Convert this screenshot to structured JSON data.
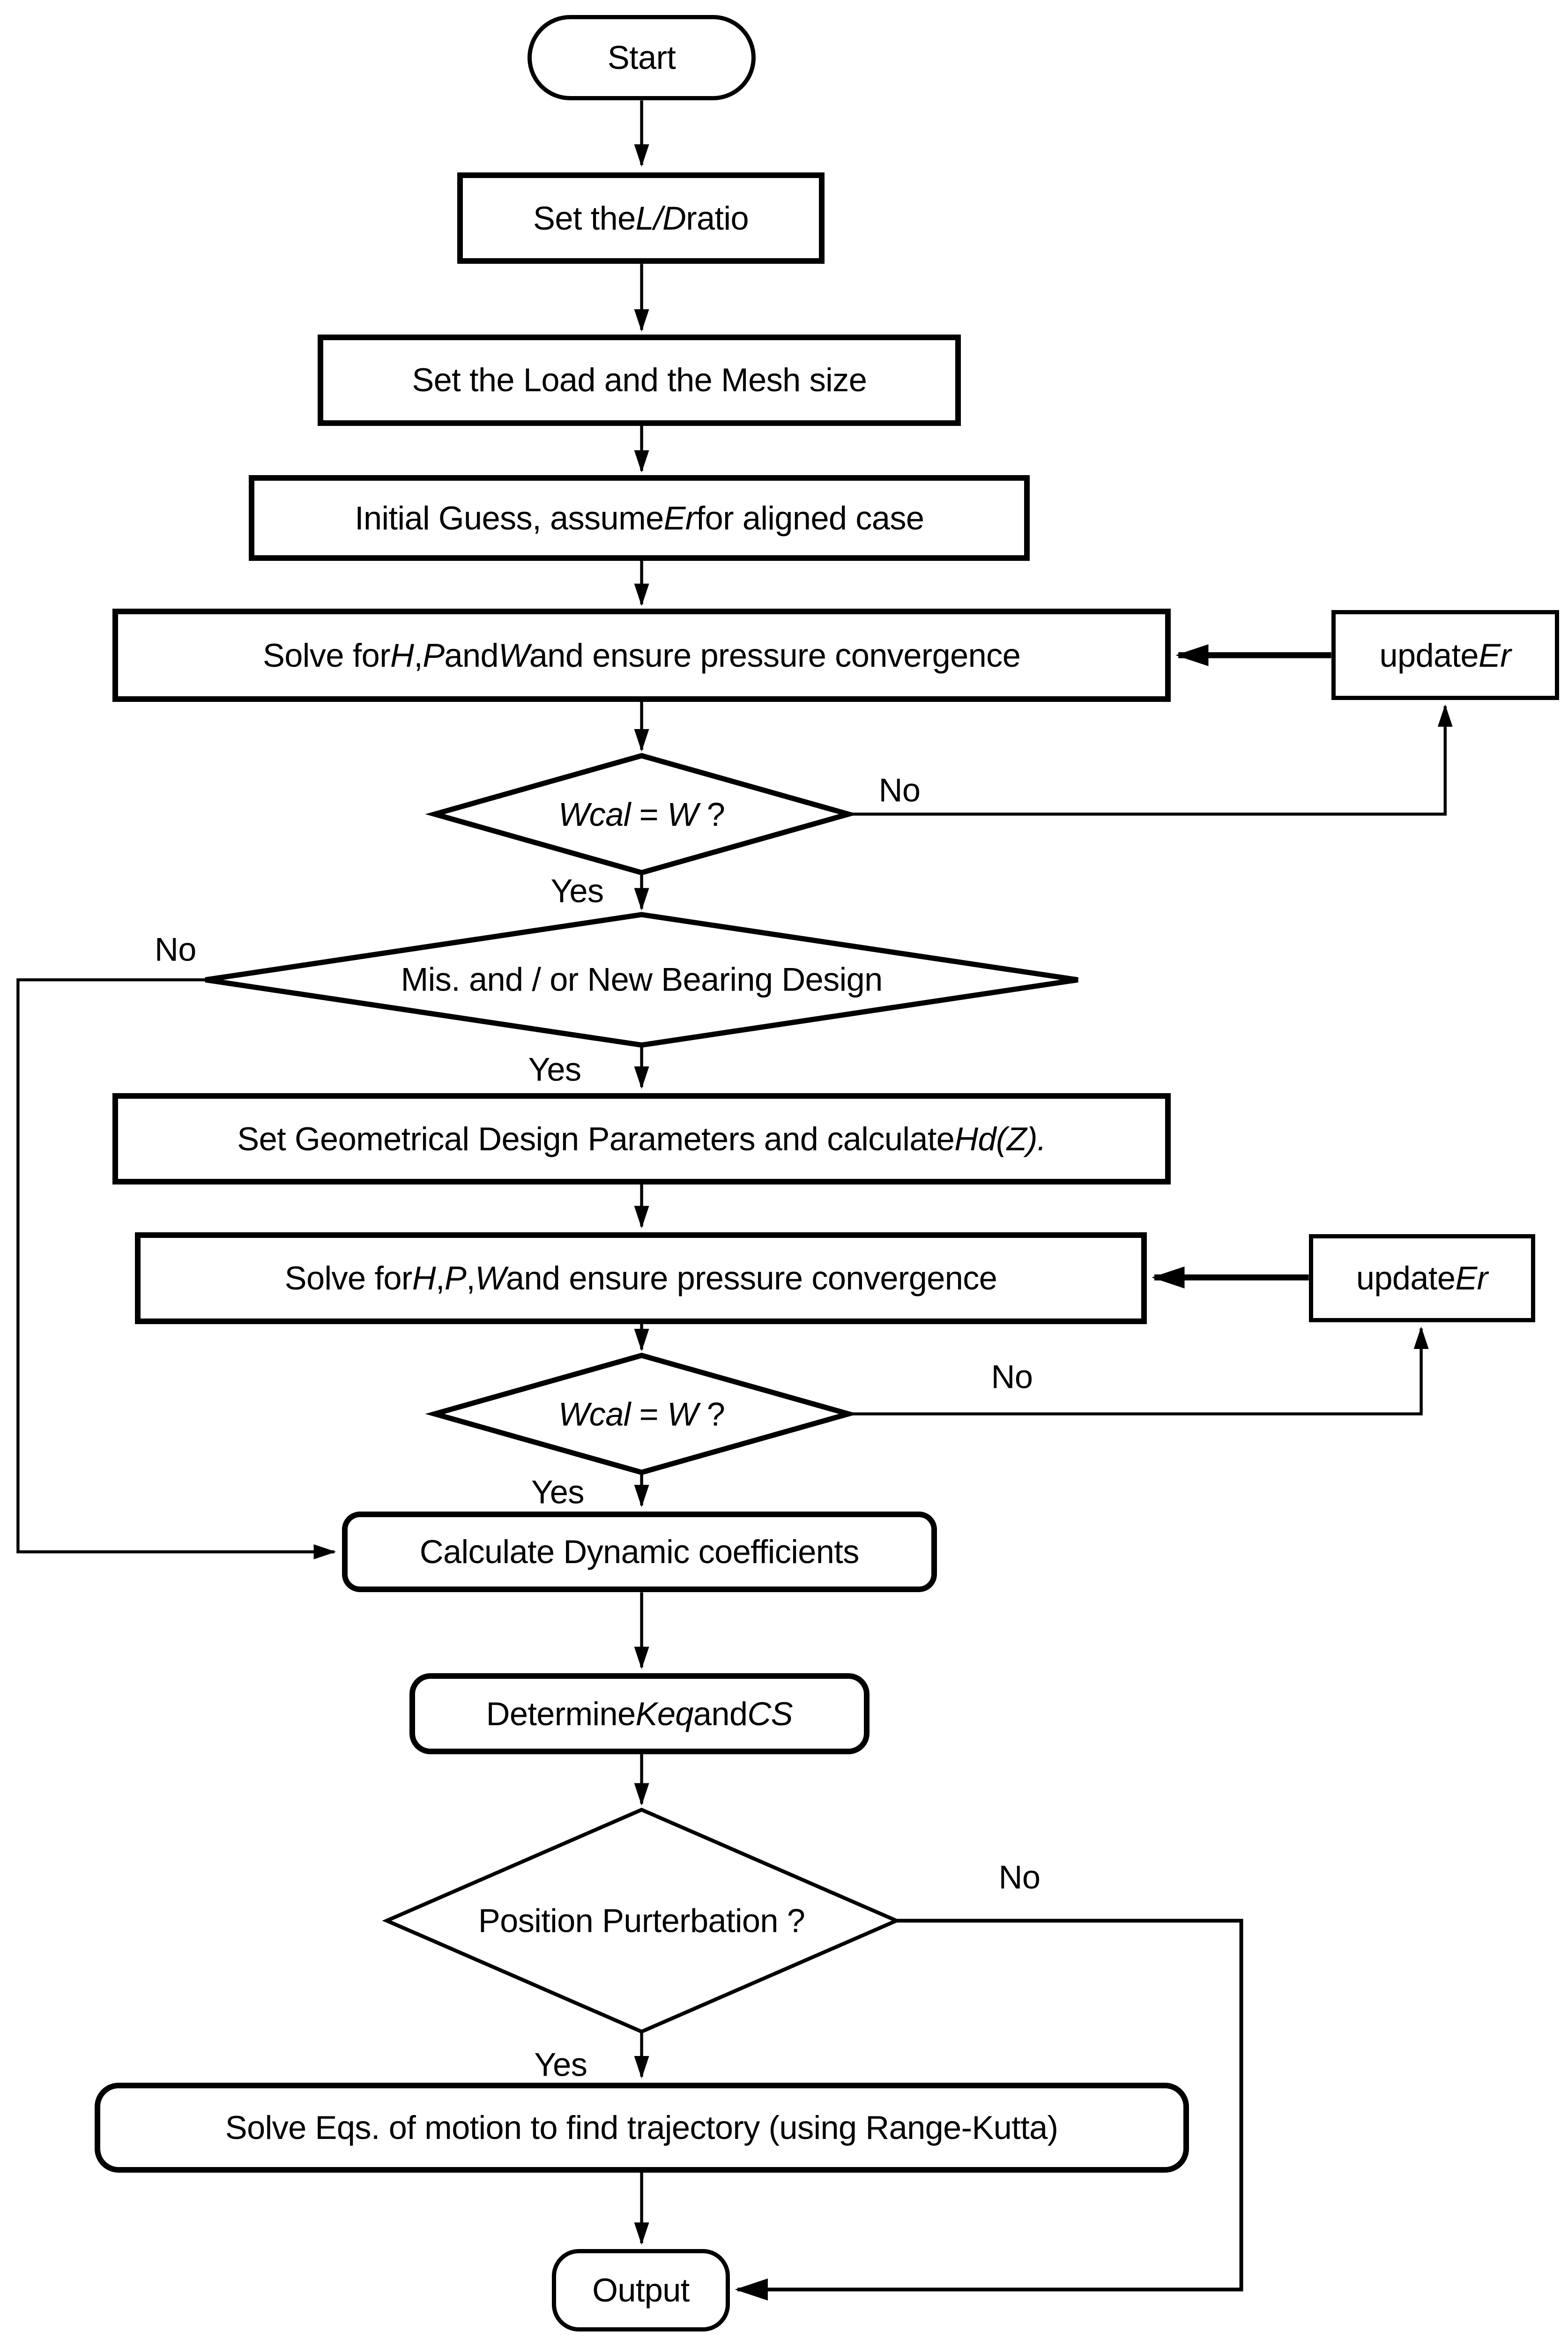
{
  "canvas": {
    "background": "#ffffff",
    "line_color": "#000000"
  },
  "nodes": {
    "start": {
      "type": "terminator",
      "label": [
        {
          "t": "Start"
        }
      ]
    },
    "set_ld": {
      "type": "process",
      "label": [
        {
          "t": "Set the "
        },
        {
          "t": "L/D",
          "i": true
        },
        {
          "t": " ratio"
        }
      ]
    },
    "set_load": {
      "type": "process",
      "label": [
        {
          "t": "Set the Load and the Mesh size"
        }
      ]
    },
    "initial_guess": {
      "type": "process",
      "label": [
        {
          "t": "Initial Guess, assume "
        },
        {
          "t": "Er",
          "i": true
        },
        {
          "t": " for aligned case"
        }
      ]
    },
    "solve1": {
      "type": "process",
      "label": [
        {
          "t": "Solve for "
        },
        {
          "t": "H",
          "i": true
        },
        {
          "t": ", "
        },
        {
          "t": "P",
          "i": true
        },
        {
          "t": " and "
        },
        {
          "t": "W",
          "i": true
        },
        {
          "t": " and ensure pressure convergence"
        }
      ]
    },
    "update_er1": {
      "type": "process",
      "label": [
        {
          "t": "update "
        },
        {
          "t": "Er",
          "i": true
        }
      ]
    },
    "wcal1": {
      "type": "decision",
      "label": [
        {
          "t": "Wcal",
          "i": true
        },
        {
          "t": " = "
        },
        {
          "t": "W",
          "i": true
        },
        {
          "t": " ?"
        }
      ]
    },
    "mis_design": {
      "type": "decision",
      "label": [
        {
          "t": "Mis. and / or New Bearing Design"
        }
      ]
    },
    "set_geom": {
      "type": "process",
      "label": [
        {
          "t": "Set Geometrical Design Parameters and calculate  "
        },
        {
          "t": "Hd(Z).",
          "i": true
        }
      ]
    },
    "solve2": {
      "type": "process",
      "label": [
        {
          "t": "Solve for "
        },
        {
          "t": "H",
          "i": true
        },
        {
          "t": ", "
        },
        {
          "t": "P",
          "i": true
        },
        {
          "t": ", "
        },
        {
          "t": "W",
          "i": true
        },
        {
          "t": " and ensure pressure convergence"
        }
      ]
    },
    "update_er2": {
      "type": "process",
      "label": [
        {
          "t": "update "
        },
        {
          "t": "Er",
          "i": true
        }
      ]
    },
    "wcal2": {
      "type": "decision",
      "label": [
        {
          "t": "Wcal",
          "i": true
        },
        {
          "t": " = "
        },
        {
          "t": "W",
          "i": true
        },
        {
          "t": " ?"
        }
      ]
    },
    "calc_dyn": {
      "type": "process-rounded",
      "label": [
        {
          "t": "Calculate Dynamic coefficients"
        }
      ]
    },
    "determine": {
      "type": "process-rounded",
      "label": [
        {
          "t": "Determine "
        },
        {
          "t": "Keq",
          "i": true
        },
        {
          "t": " and "
        },
        {
          "t": "CS",
          "i": true
        }
      ]
    },
    "position": {
      "type": "decision",
      "label": [
        {
          "t": "Position Purterbation ?"
        }
      ]
    },
    "solve_eqs": {
      "type": "process-rounded",
      "label": [
        {
          "t": "Solve Eqs. of motion to find trajectory (using Range-Kutta)"
        }
      ]
    },
    "output": {
      "type": "terminator",
      "label": [
        {
          "t": "Output"
        }
      ]
    }
  },
  "edges": [
    {
      "from": "start",
      "to": "set_ld",
      "label": ""
    },
    {
      "from": "set_ld",
      "to": "set_load",
      "label": ""
    },
    {
      "from": "set_load",
      "to": "initial_guess",
      "label": ""
    },
    {
      "from": "initial_guess",
      "to": "solve1",
      "label": ""
    },
    {
      "from": "update_er1",
      "to": "solve1",
      "label": ""
    },
    {
      "from": "solve1",
      "to": "wcal1",
      "label": ""
    },
    {
      "from": "wcal1",
      "to": "update_er1",
      "label": "No"
    },
    {
      "from": "wcal1",
      "to": "mis_design",
      "label": "Yes"
    },
    {
      "from": "mis_design",
      "to": "calc_dyn",
      "label": "No"
    },
    {
      "from": "mis_design",
      "to": "set_geom",
      "label": "Yes"
    },
    {
      "from": "set_geom",
      "to": "solve2",
      "label": ""
    },
    {
      "from": "update_er2",
      "to": "solve2",
      "label": ""
    },
    {
      "from": "solve2",
      "to": "wcal2",
      "label": ""
    },
    {
      "from": "wcal2",
      "to": "update_er2",
      "label": "No"
    },
    {
      "from": "wcal2",
      "to": "calc_dyn",
      "label": "Yes"
    },
    {
      "from": "calc_dyn",
      "to": "determine",
      "label": ""
    },
    {
      "from": "determine",
      "to": "position",
      "label": ""
    },
    {
      "from": "position",
      "to": "output",
      "label": "No"
    },
    {
      "from": "position",
      "to": "solve_eqs",
      "label": "Yes"
    },
    {
      "from": "solve_eqs",
      "to": "output",
      "label": ""
    }
  ]
}
